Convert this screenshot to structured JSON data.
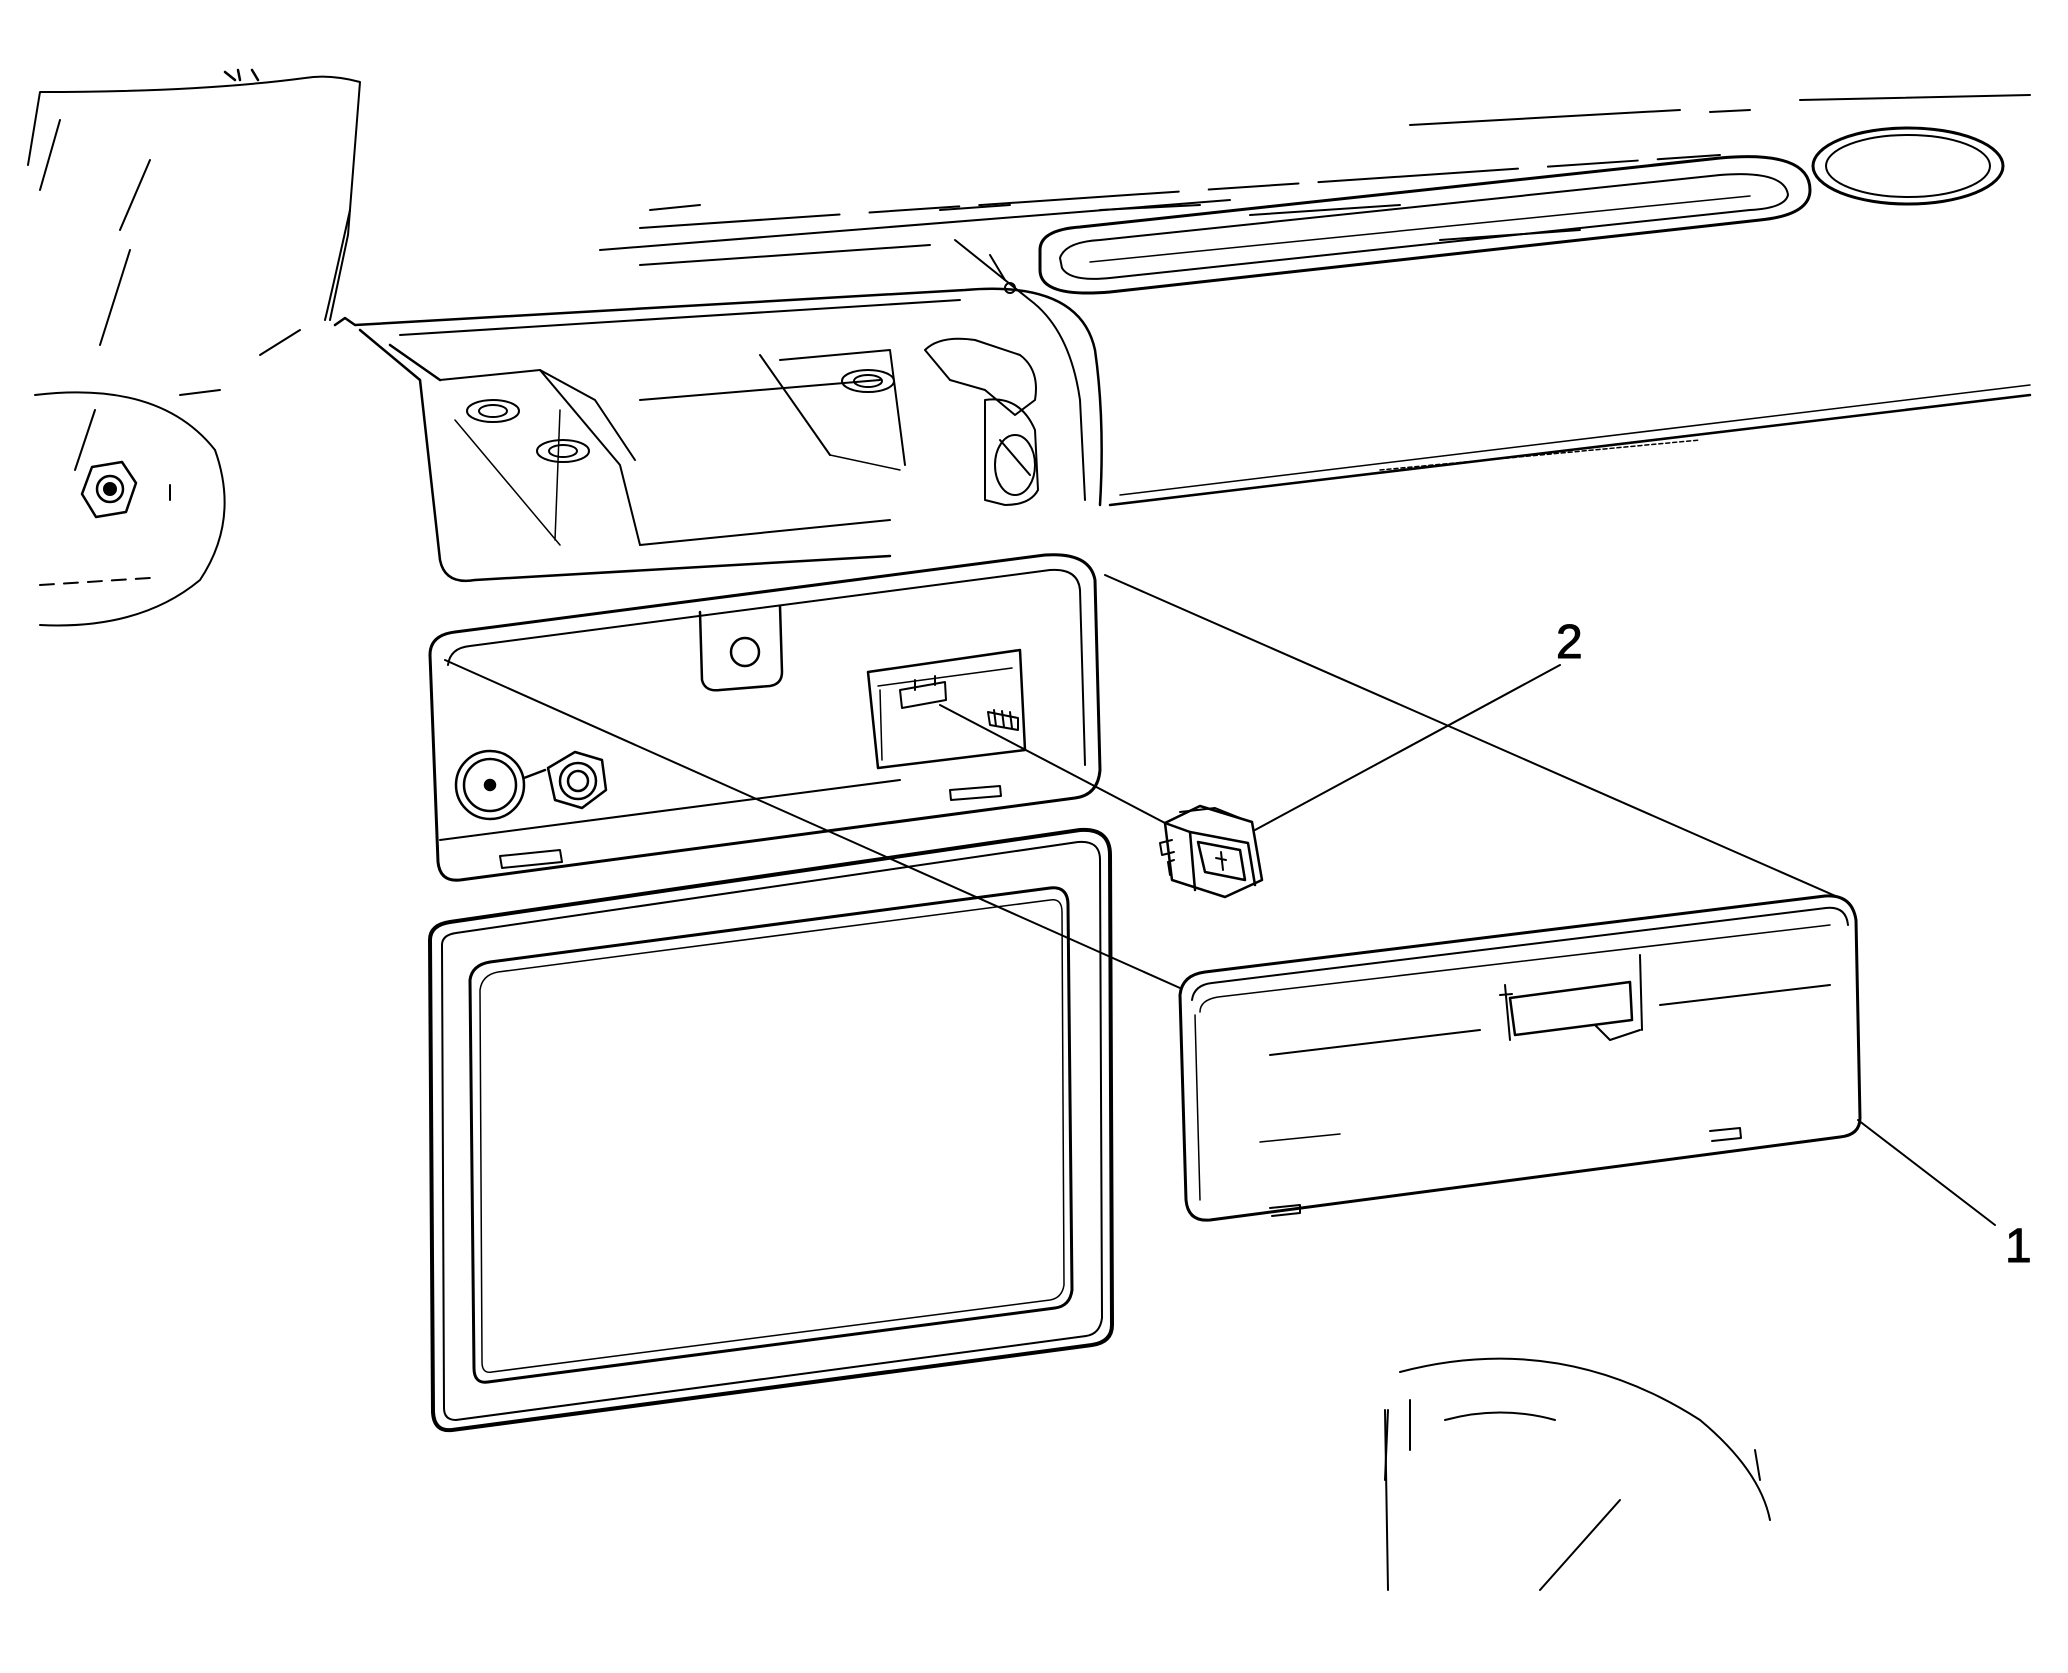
{
  "diagram": {
    "callouts": [
      {
        "id": "1",
        "label": "1"
      },
      {
        "id": "2",
        "label": "2"
      }
    ],
    "background": "#ffffff",
    "line_color": "#000000"
  }
}
